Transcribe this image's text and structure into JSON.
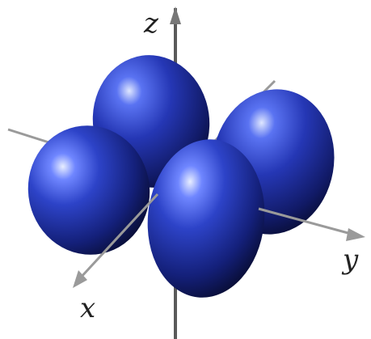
{
  "axes": {
    "z_label": "z",
    "y_label": "y",
    "x_label": "x"
  },
  "colors": {
    "lobe_highlight": "#c9d6ff",
    "lobe_light": "#3b55d6",
    "lobe_mid": "#1f2fa3",
    "lobe_dark": "#0b0f3a",
    "axis": "#8a8a8a",
    "axis_dark": "#444444",
    "label": "#222222"
  }
}
